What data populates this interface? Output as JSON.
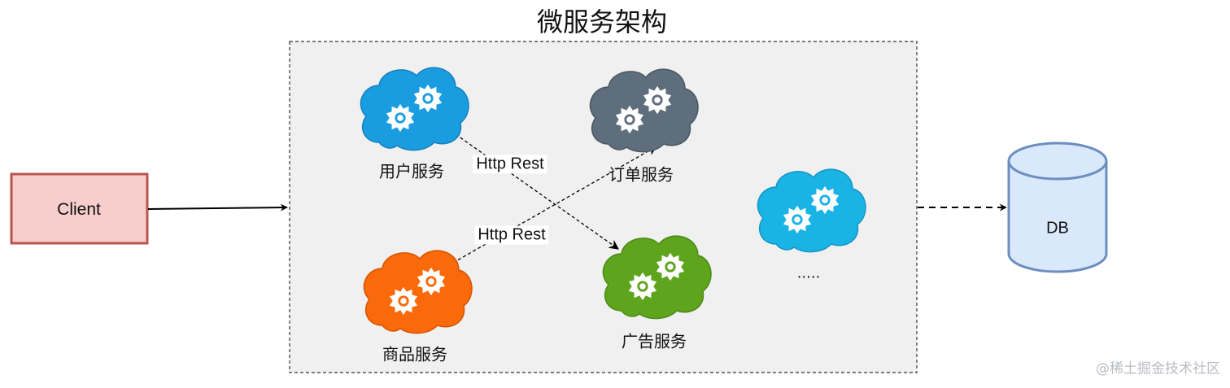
{
  "diagram": {
    "title": "微服务架构",
    "client": {
      "label": "Client"
    },
    "db": {
      "label": "DB"
    },
    "services": [
      {
        "label": "用户服务",
        "icon": "cloud-gear-icon",
        "color": "#1a9de0"
      },
      {
        "label": "订单服务",
        "icon": "cloud-gear-icon",
        "color": "#5f6e7c"
      },
      {
        "label": "商品服务",
        "icon": "cloud-gear-icon",
        "color": "#fa6a0a"
      },
      {
        "label": "广告服务",
        "icon": "cloud-gear-icon",
        "color": "#5ea51d"
      },
      {
        "label": "",
        "icon": "cloud-gear-icon",
        "color": "#1ab3e6"
      }
    ],
    "ellipsis": ".....",
    "edges": [
      {
        "from": "Client",
        "to": "微服务架构",
        "style": "solid"
      },
      {
        "from": "用户服务",
        "to": "广告服务",
        "style": "dashed",
        "label": "Http Rest"
      },
      {
        "from": "商品服务",
        "to": "订单服务",
        "style": "dashed",
        "label": "Http Rest"
      },
      {
        "from": "微服务架构",
        "to": "DB",
        "style": "dashed"
      }
    ],
    "colors": {
      "container_fill": "#f0f0f0",
      "client_fill": "#f8cecc",
      "client_stroke": "#b85450",
      "db_fill": "#dae8fc",
      "db_stroke": "#6c8ebf"
    }
  },
  "watermark": "@稀土掘金技术社区"
}
